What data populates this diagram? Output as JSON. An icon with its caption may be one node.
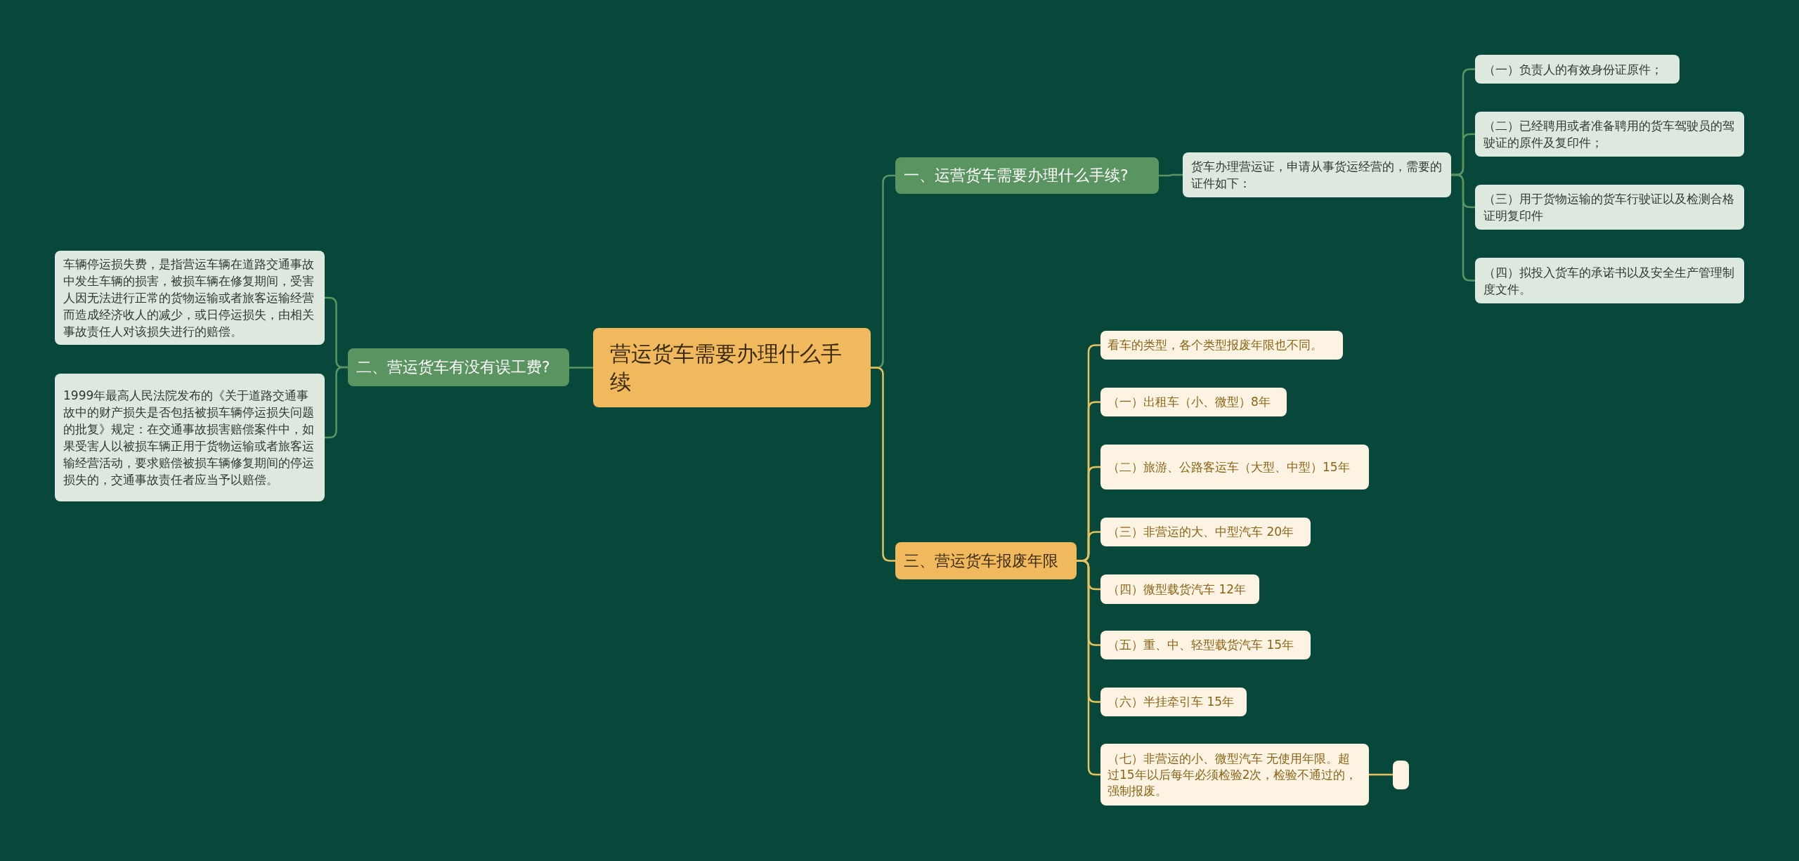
{
  "diagram": {
    "nodes": [
      {
        "text": [
          "营运货车需要办理什么手续"
        ]
      },
      {
        "text": [
          "一、运营货车需要办理什么手续?"
        ]
      },
      {
        "text": [
          "货车办理营运证，申请从事货运经营的，需要的证件如下："
        ]
      },
      {
        "text": [
          "（一）负责人的有效身份证原件；"
        ]
      },
      {
        "text": [
          "（二）已经聘用或者准备聘用的货车驾驶员的驾驶证的原件及复印件；"
        ]
      },
      {
        "text": [
          "（三）用于货物运输的货车行驶证以及检测合格证明复印件"
        ]
      },
      {
        "text": [
          "（四）拟投入货车的承诺书以及安全生产管理制度文件。"
        ]
      },
      {
        "text": [
          "二、营运货车有没有误工费?"
        ]
      },
      {
        "text": [
          "车辆停运损失费，是指营运车辆在道路交通事故中发生车辆的损害，被损车辆在修复期间，受害人因无法进行正常的货物运输或者旅客运输经营而造成经济收人的减少，或日停运损失，由相关事故责任人对该损失进行的赔偿。"
        ]
      },
      {
        "text": [
          "1999年最高人民法院发布的《关于道路交通事故中的财产损失是否包括被损车辆停运损失问题的批复》规定：在交通事故损害赔偿案件中，如果受害人以被损车辆正用于货物运输或者旅客运输经营活动，要求赔偿被损车辆修复期间的停运损失的，交通事故责任者应当予以赔偿。"
        ]
      },
      {
        "text": [
          "三、营运货车报废年限"
        ]
      },
      {
        "text": [
          "看车的类型，各个类型报废年限也不同。"
        ]
      },
      {
        "text": [
          "（一）出租车（小、微型）8年"
        ]
      },
      {
        "text": [
          "（二）旅游、公路客运车（大型、中型）15年"
        ]
      },
      {
        "text": [
          "（三）非营运的大、中型汽车 20年"
        ]
      },
      {
        "text": [
          "（四）微型载货汽车 12年"
        ]
      },
      {
        "text": [
          "（五）重、中、轻型载货汽车 15年"
        ]
      },
      {
        "text": [
          "（六）半挂牵引车 15年"
        ]
      },
      {
        "text": [
          "（七）非营运的小、微型汽车 无使用年限。超过15年以后每年必须检验2次，检验不通过的，强制报废。"
        ]
      },
      {
        "text": [],
        "shape": "box"
      }
    ],
    "edges": [
      {
        "from": 0,
        "to": 1,
        "arrow": "none",
        "color": "#5a9460"
      },
      {
        "from": 1,
        "to": 2,
        "arrow": "none",
        "color": "#5a9460"
      },
      {
        "from": 2,
        "to": 3,
        "arrow": "none",
        "color": "#5a9460"
      },
      {
        "from": 2,
        "to": 4,
        "arrow": "none",
        "color": "#5a9460"
      },
      {
        "from": 2,
        "to": 5,
        "arrow": "none",
        "color": "#5a9460"
      },
      {
        "from": 2,
        "to": 6,
        "arrow": "none",
        "color": "#5a9460"
      },
      {
        "from": 0,
        "to": 7,
        "arrow": "none",
        "color": "#5a9460"
      },
      {
        "from": 7,
        "to": 8,
        "arrow": "none",
        "color": "#5a9460"
      },
      {
        "from": 7,
        "to": 9,
        "arrow": "none",
        "color": "#5a9460"
      },
      {
        "from": 0,
        "to": 10,
        "arrow": "none"
      },
      {
        "from": 10,
        "to": 11,
        "arrow": "none"
      },
      {
        "from": 10,
        "to": 12,
        "arrow": "none"
      },
      {
        "from": 10,
        "to": 13,
        "arrow": "none"
      },
      {
        "from": 10,
        "to": 14,
        "arrow": "none"
      },
      {
        "from": 10,
        "to": 15,
        "arrow": "none"
      },
      {
        "from": 10,
        "to": 16,
        "arrow": "none"
      },
      {
        "from": 10,
        "to": 17,
        "arrow": "none"
      },
      {
        "from": 10,
        "to": 18,
        "arrow": "none"
      },
      {
        "from": 18,
        "to": 19,
        "arrow": "none"
      }
    ]
  }
}
